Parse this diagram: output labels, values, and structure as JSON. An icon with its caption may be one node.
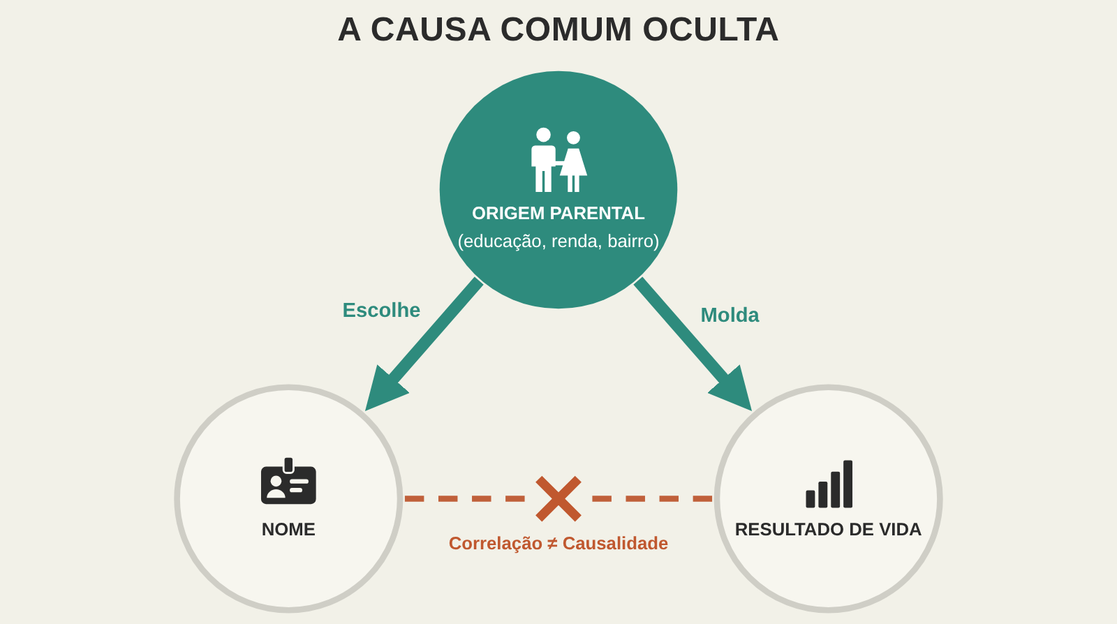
{
  "diagram": {
    "title": "A CAUSA COMUM OCULTA",
    "nodes": [
      {
        "text": [
          "ORIGEM PARENTAL",
          "(educação, renda, bairro)"
        ]
      },
      {
        "text": [
          "NOME"
        ]
      },
      {
        "text": [
          "RESULTADO DE VIDA"
        ]
      },
      {
        "text": [],
        "shape": "cross",
        "beside": [
          "Correlação ≠ Causalidade"
        ]
      }
    ],
    "edges": [
      {
        "from": 0,
        "to": 1,
        "arrow": "to",
        "label": "Escolhe",
        "style": "thick",
        "color": "#2e8b7d"
      },
      {
        "from": 0,
        "to": 2,
        "arrow": "to",
        "label": "Molda",
        "style": "thick",
        "color": "#2e8b7d"
      },
      {
        "from": 1,
        "to": 3,
        "arrow": "none",
        "style": "dashed",
        "color": "#c0603a"
      },
      {
        "from": 2,
        "to": 3,
        "arrow": "none",
        "style": "dashed",
        "color": "#c0603a"
      }
    ]
  }
}
